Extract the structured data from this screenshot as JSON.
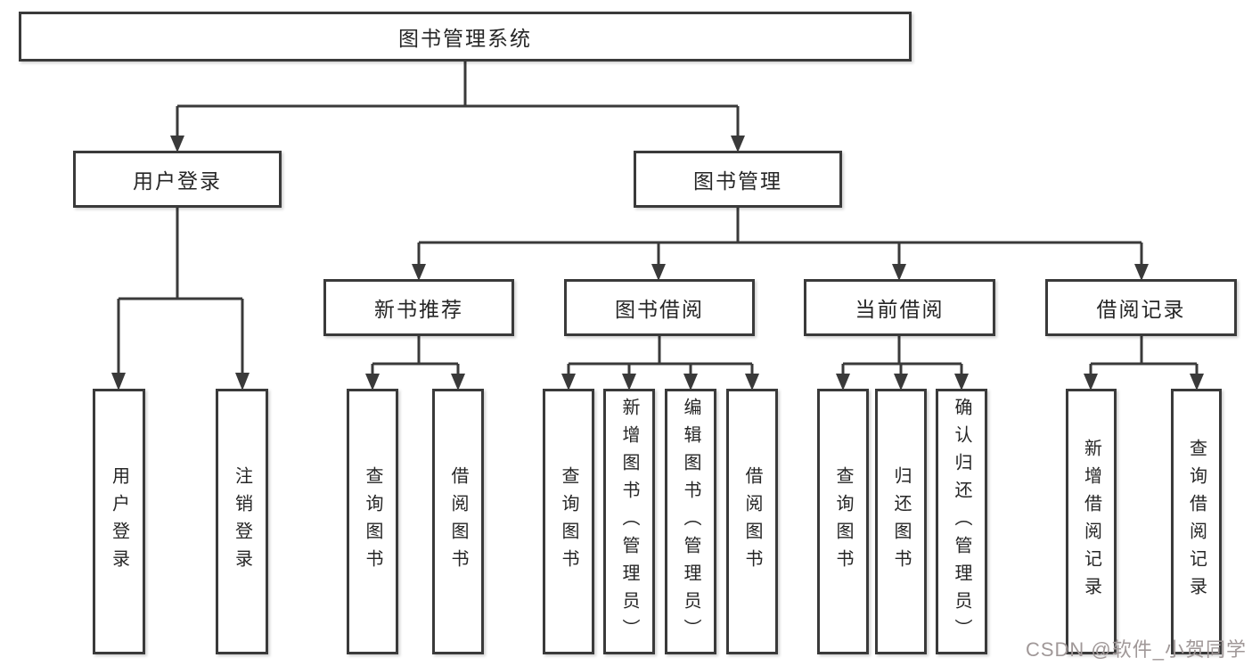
{
  "diagram": {
    "title": "图书管理系统",
    "colors": {
      "line": "#3a3a3a",
      "box_border": "#3a3a3a",
      "text": "#262626",
      "watermark": "#a09898",
      "background": "#ffffff"
    },
    "nodes": {
      "root": {
        "label": "图书管理系统"
      },
      "level2": {
        "user_login": {
          "label": "用户登录"
        },
        "book_management": {
          "label": "图书管理"
        }
      },
      "level3": {
        "new_book_recommend": {
          "label": "新书推荐"
        },
        "book_borrowing": {
          "label": "图书借阅"
        },
        "current_borrowing": {
          "label": "当前借阅"
        },
        "borrowing_records": {
          "label": "借阅记录"
        }
      },
      "leaves": {
        "user_login_leaf": "用户登录",
        "logout": "注销登录",
        "query_books_recommend": "查询图书",
        "borrow_books_recommend": "借阅图书",
        "query_books_borrowing": "查询图书",
        "add_books_admin": "新增图书（管理员）",
        "edit_books_admin": "编辑图书（管理员）",
        "borrow_books_borrowing": "借阅图书",
        "query_books_current": "查询图书",
        "return_books": "归还图书",
        "confirm_return_admin": "确认归还（管理员）",
        "add_borrow_record": "新增借阅记录",
        "query_borrow_record": "查询借阅记录"
      }
    }
  },
  "watermark": {
    "text": "CSDN @软件_小贺同学"
  }
}
